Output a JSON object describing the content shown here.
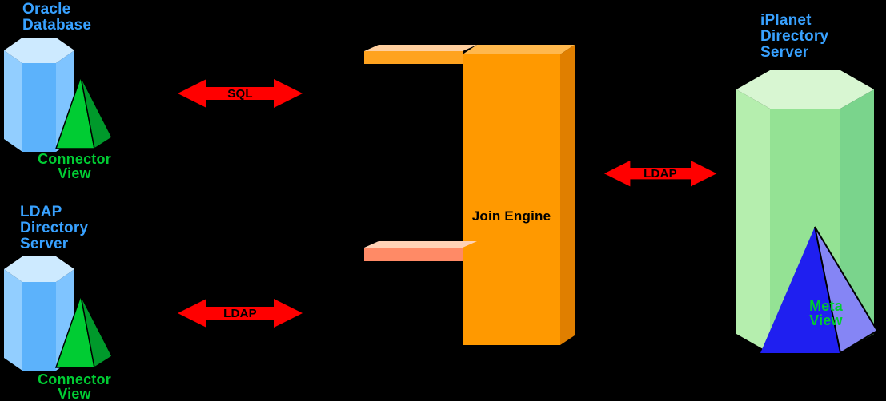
{
  "diagram": {
    "background_color": "#000000",
    "left_top": {
      "title": "Oracle\nDatabase",
      "view_label": "Connector\nView"
    },
    "left_bottom": {
      "title": "LDAP\nDirectory\nServer",
      "view_label": "Connector\nView"
    },
    "arrows": {
      "sql": {
        "label": "SQL",
        "direction": "double"
      },
      "ldap_left": {
        "label": "LDAP",
        "direction": "double"
      },
      "ldap_right": {
        "label": "LDAP",
        "direction": "double"
      }
    },
    "join_engine": {
      "label": "Join Engine"
    },
    "right": {
      "title": "iPlanet\nDirectory\nServer",
      "view_label": "Meta\nView"
    },
    "colors": {
      "title_blue": "#38a1ff",
      "label_green": "#00cc33",
      "arrow_red": "#ff0000",
      "join_engine_orange": "#ff9900",
      "top_bar_orange": "#ffa31f",
      "middle_bar_salmon": "#ff8a66",
      "blue_cylinder": "#5cb2fb",
      "green_cylinder": "#94e294",
      "green_pyramid": "#00cc33",
      "blue_pyramid": "#1f1ff0"
    }
  }
}
